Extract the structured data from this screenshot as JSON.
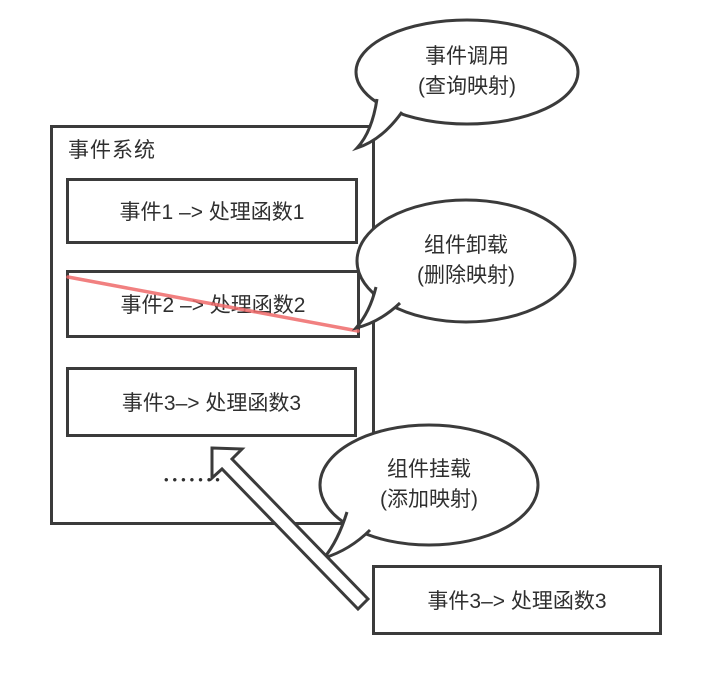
{
  "diagram": {
    "system_box": {
      "title": "事件系统",
      "mappings": [
        {
          "label": "事件1 –> 处理函数1",
          "removed": false
        },
        {
          "label": "事件2 –> 处理函数2",
          "removed": true
        },
        {
          "label": "事件3–> 处理函数3",
          "removed": false
        }
      ],
      "ellipsis": "•••••••"
    },
    "callouts": [
      {
        "line1": "事件调用",
        "line2": "(查询映射)"
      },
      {
        "line1": "组件卸载",
        "line2": "(删除映射)"
      },
      {
        "line1": "组件挂载",
        "line2": "(添加映射)"
      }
    ],
    "detached_box": {
      "label": "事件3–> 处理函数3"
    },
    "colors": {
      "stroke": "#3b3b3b",
      "removed_line": "#ef6a6a",
      "background": "#ffffff",
      "text": "#2f2f2f"
    }
  }
}
